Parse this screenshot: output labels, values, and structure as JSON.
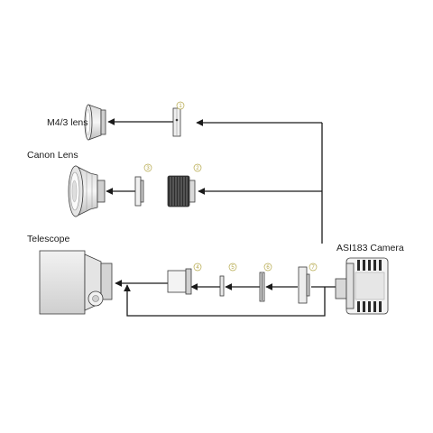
{
  "labels": {
    "m43_lens": "M4/3 lens",
    "canon_lens": "Canon Lens",
    "telescope": "Telescope",
    "camera": "ASI183 Camera"
  },
  "callouts": [
    "1",
    "2",
    "3",
    "4",
    "5",
    "6",
    "7"
  ],
  "colors": {
    "line": "#1a1a1a",
    "callout": "#b5a84a",
    "part_light": "#e8e8e8",
    "part_mid": "#bdbdbd",
    "part_dark": "#4a4a4a"
  }
}
